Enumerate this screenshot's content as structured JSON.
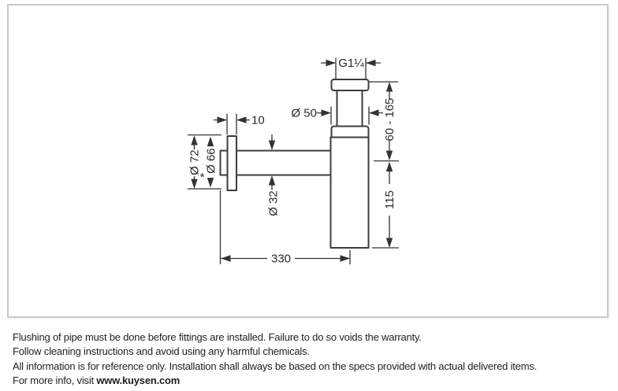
{
  "colors": {
    "ink": "#3d3d3d",
    "dimension_ink": "#333333",
    "frame_border": "#c9c9c9",
    "background": "#ffffff"
  },
  "drawing": {
    "labels": {
      "thread_size": "G1¼",
      "body_diameter": "Ø 50",
      "flange_thickness": "10",
      "flange_outer_diameter": "Ø 72",
      "flange_inner_diameter": "Ø 66",
      "footnote_mark": "*",
      "pipe_diameter": "Ø 32",
      "wall_distance": "330",
      "height_range": "60 - 165",
      "body_height": "115"
    }
  },
  "footer": {
    "lines": [
      "Flushing of pipe must be done before fittings are installed. Failure to do so voids the warranty.",
      "Follow cleaning instructions and avoid using any harmful chemicals.",
      "All information is for reference only. Installation shall always be based on the specs provided with actual delivered items."
    ],
    "line4_prefix": "For more info, visit ",
    "website": "www.kuysen.com"
  }
}
